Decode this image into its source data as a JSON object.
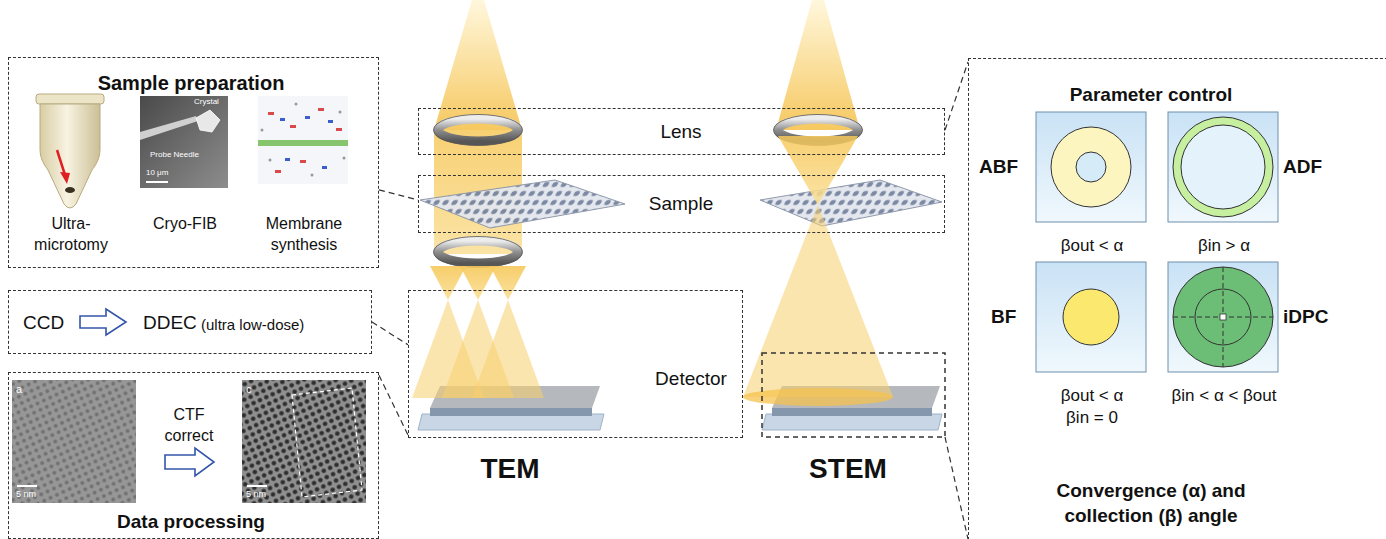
{
  "diagram": {
    "nodes": [
      {
        "text": [
          "Sample preparation",
          "Ultra-microtomy",
          "Cryo-FIB",
          "Membrane synthesis"
        ]
      },
      {
        "text": [
          "CCD",
          "DDEC",
          "(ultra low-dose)"
        ]
      },
      {
        "text": [
          "CTF correct",
          "Data processing"
        ]
      },
      {
        "text": [
          "Lens"
        ]
      },
      {
        "text": [
          "Sample"
        ]
      },
      {
        "text": [
          "Detector"
        ]
      },
      {
        "text": [
          "Parameter control",
          "Convergence (α) and collection (β) angle"
        ]
      },
      {
        "text": [
          "ABF",
          "βout < α"
        ],
        "in": 6
      },
      {
        "text": [
          "ADF",
          "βin > α"
        ],
        "in": 6
      },
      {
        "text": [
          "BF",
          "βout < α",
          "βin = 0"
        ],
        "in": 6
      },
      {
        "text": [
          "iDPC",
          "βin < α < βout"
        ],
        "in": 6
      }
    ],
    "edges": [
      {
        "from": 0,
        "to": 4,
        "arrow": "none"
      },
      {
        "from": 1,
        "to": 5,
        "arrow": "none"
      },
      {
        "from": 2,
        "to": 5,
        "arrow": "none"
      },
      {
        "from": 3,
        "to": 6,
        "arrow": "none"
      }
    ],
    "labels": [
      "Crystal",
      "Probe Needle",
      "10 μm",
      "a",
      "5 nm",
      "c",
      "5 nm",
      "TEM",
      "STEM"
    ]
  }
}
